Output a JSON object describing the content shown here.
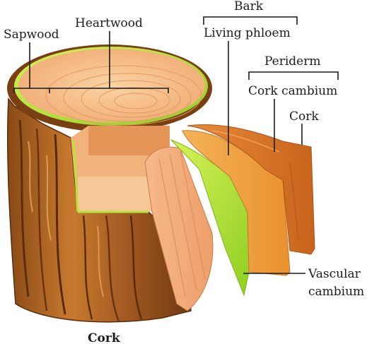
{
  "diagram": {
    "labels": {
      "sapwood": "Sapwood",
      "heartwood": "Heartwood",
      "bark": "Bark",
      "living_phloem": "Living phloem",
      "periderm": "Periderm",
      "cork_cambium": "Cork cambium",
      "cork": "Cork",
      "vascular": "Vascular",
      "cambium": "cambium"
    },
    "caption": "Cork",
    "colors": {
      "bark_dark": "#7a3f12",
      "bark_mid": "#b5651d",
      "wood_light": "#f6c08a",
      "wood_mid": "#e9a06a",
      "cambium_green": "#b9e23a",
      "cork_orange": "#e07a24"
    }
  }
}
